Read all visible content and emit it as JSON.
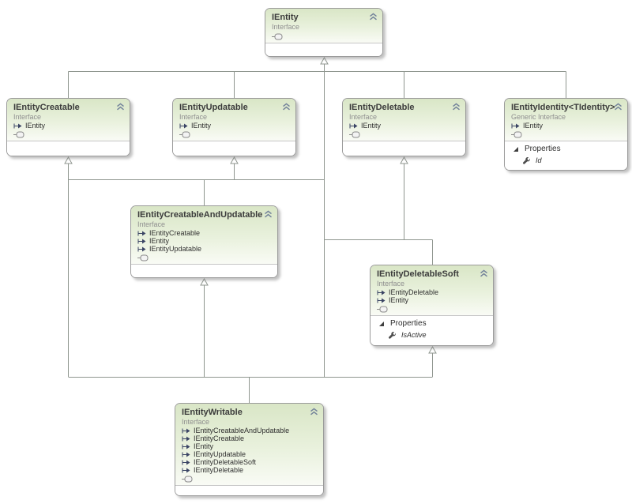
{
  "diagram": {
    "kind": "class-diagram",
    "colors": {
      "header_green": "#d9e6c6",
      "box_border": "#9b9b9b",
      "connector": "#8f968f",
      "chevron": "#73839a",
      "inherits_arrow": "#3a4464",
      "title_text": "#3b3b3b",
      "kind_text": "#8f8f8f"
    },
    "nodes": {
      "ientity": {
        "title": "IEntity",
        "kind": "Interface",
        "bases": []
      },
      "ientitycreatable": {
        "title": "IEntityCreatable",
        "kind": "Interface",
        "bases": [
          "IEntity"
        ]
      },
      "ientityupdatable": {
        "title": "IEntityUpdatable",
        "kind": "Interface",
        "bases": [
          "IEntity"
        ]
      },
      "ientitydeletable": {
        "title": "IEntityDeletable",
        "kind": "Interface",
        "bases": [
          "IEntity"
        ]
      },
      "ientityidentity": {
        "title": "IEntityIdentity<TIdentity>",
        "kind": "Generic Interface",
        "bases": [
          "IEntity"
        ],
        "properties_label": "Properties",
        "properties": [
          "Id"
        ]
      },
      "ientitycreatableandupdatable": {
        "title": "IEntityCreatableAndUpdatable",
        "kind": "Interface",
        "bases": [
          "IEntityCreatable",
          "IEntity",
          "IEntityUpdatable"
        ]
      },
      "ientitydeletablesoft": {
        "title": "IEntityDeletableSoft",
        "kind": "Interface",
        "bases": [
          "IEntityDeletable",
          "IEntity"
        ],
        "properties_label": "Properties",
        "properties": [
          "IsActive"
        ]
      },
      "ientitywritable": {
        "title": "IEntityWritable",
        "kind": "Interface",
        "bases": [
          "IEntityCreatableAndUpdatable",
          "IEntityCreatable",
          "IEntity",
          "IEntityUpdatable",
          "IEntityDeletableSoft",
          "IEntityDeletable"
        ]
      }
    }
  }
}
